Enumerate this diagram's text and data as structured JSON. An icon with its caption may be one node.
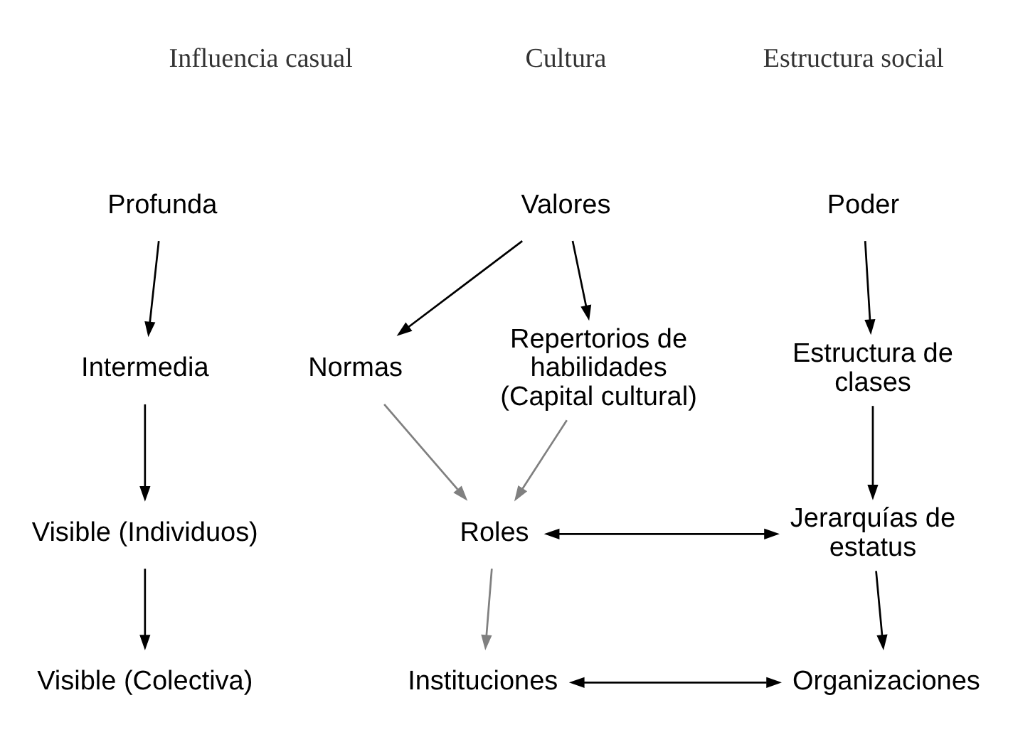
{
  "diagram": {
    "nodes": [
      {
        "text": [
          "Profunda"
        ]
      },
      {
        "text": [
          "Valores"
        ]
      },
      {
        "text": [
          "Poder"
        ]
      },
      {
        "text": [
          "Intermedia"
        ]
      },
      {
        "text": [
          "Normas"
        ]
      },
      {
        "text": [
          "Repertorios de habilidades (Capital cultural)"
        ]
      },
      {
        "text": [
          "Estructura de clases"
        ]
      },
      {
        "text": [
          "Visible (Individuos)"
        ]
      },
      {
        "text": [
          "Roles"
        ]
      },
      {
        "text": [
          "Jerarquías de estatus"
        ]
      },
      {
        "text": [
          "Visible (Colectiva)"
        ]
      },
      {
        "text": [
          "Instituciones"
        ]
      },
      {
        "text": [
          "Organizaciones"
        ]
      }
    ],
    "edges": [
      {
        "from": 0,
        "to": 3,
        "arrow": "to"
      },
      {
        "from": 3,
        "to": 7,
        "arrow": "to"
      },
      {
        "from": 7,
        "to": 10,
        "arrow": "to"
      },
      {
        "from": 1,
        "to": 4,
        "arrow": "to"
      },
      {
        "from": 1,
        "to": 5,
        "arrow": "to"
      },
      {
        "from": 4,
        "to": 8,
        "arrow": "to",
        "color": "#808080"
      },
      {
        "from": 5,
        "to": 8,
        "arrow": "to",
        "color": "#808080"
      },
      {
        "from": 8,
        "to": 11,
        "arrow": "to",
        "color": "#808080"
      },
      {
        "from": 8,
        "to": 9,
        "arrow": "both"
      },
      {
        "from": 11,
        "to": 12,
        "arrow": "both"
      },
      {
        "from": 2,
        "to": 6,
        "arrow": "to"
      },
      {
        "from": 6,
        "to": 9,
        "arrow": "to"
      },
      {
        "from": 9,
        "to": 12,
        "arrow": "to"
      }
    ],
    "labels": [
      "Influencia casual",
      "Cultura",
      "Estructura social"
    ]
  }
}
